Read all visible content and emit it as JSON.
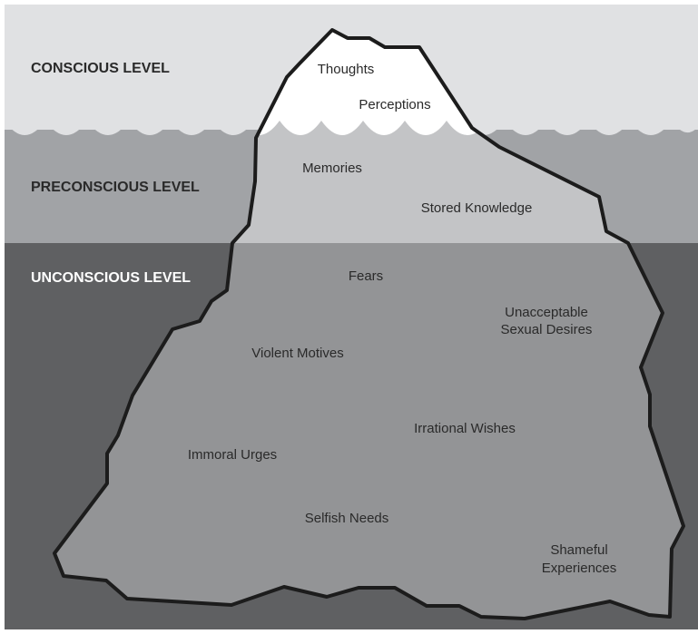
{
  "levels": {
    "conscious": "CONSCIOUS LEVEL",
    "preconscious": "PRECONSCIOUS LEVEL",
    "unconscious": "UNCONSCIOUS LEVEL"
  },
  "conscious_items": {
    "thoughts": "Thoughts",
    "perceptions": "Perceptions"
  },
  "preconscious_items": {
    "memories": "Memories",
    "stored_knowledge": "Stored Knowledge"
  },
  "unconscious_items": {
    "fears": "Fears",
    "unacceptable_1": "Unacceptable",
    "unacceptable_2": "Sexual Desires",
    "violent_motives": "Violent Motives",
    "irrational_wishes": "Irrational Wishes",
    "immoral_urges": "Immoral Urges",
    "selfish_needs": "Selfish Needs",
    "shameful_1": "Shameful",
    "shameful_2": "Experiences"
  },
  "colors": {
    "conscious_band": "#e0e1e3",
    "preconscious_band": "#a1a3a6",
    "unconscious_band": "#5f6062",
    "iceberg_above": "#ffffff",
    "iceberg_preconscious": "#c3c4c6",
    "iceberg_unconscious": "#939496",
    "outline": "#1c1c1c"
  }
}
